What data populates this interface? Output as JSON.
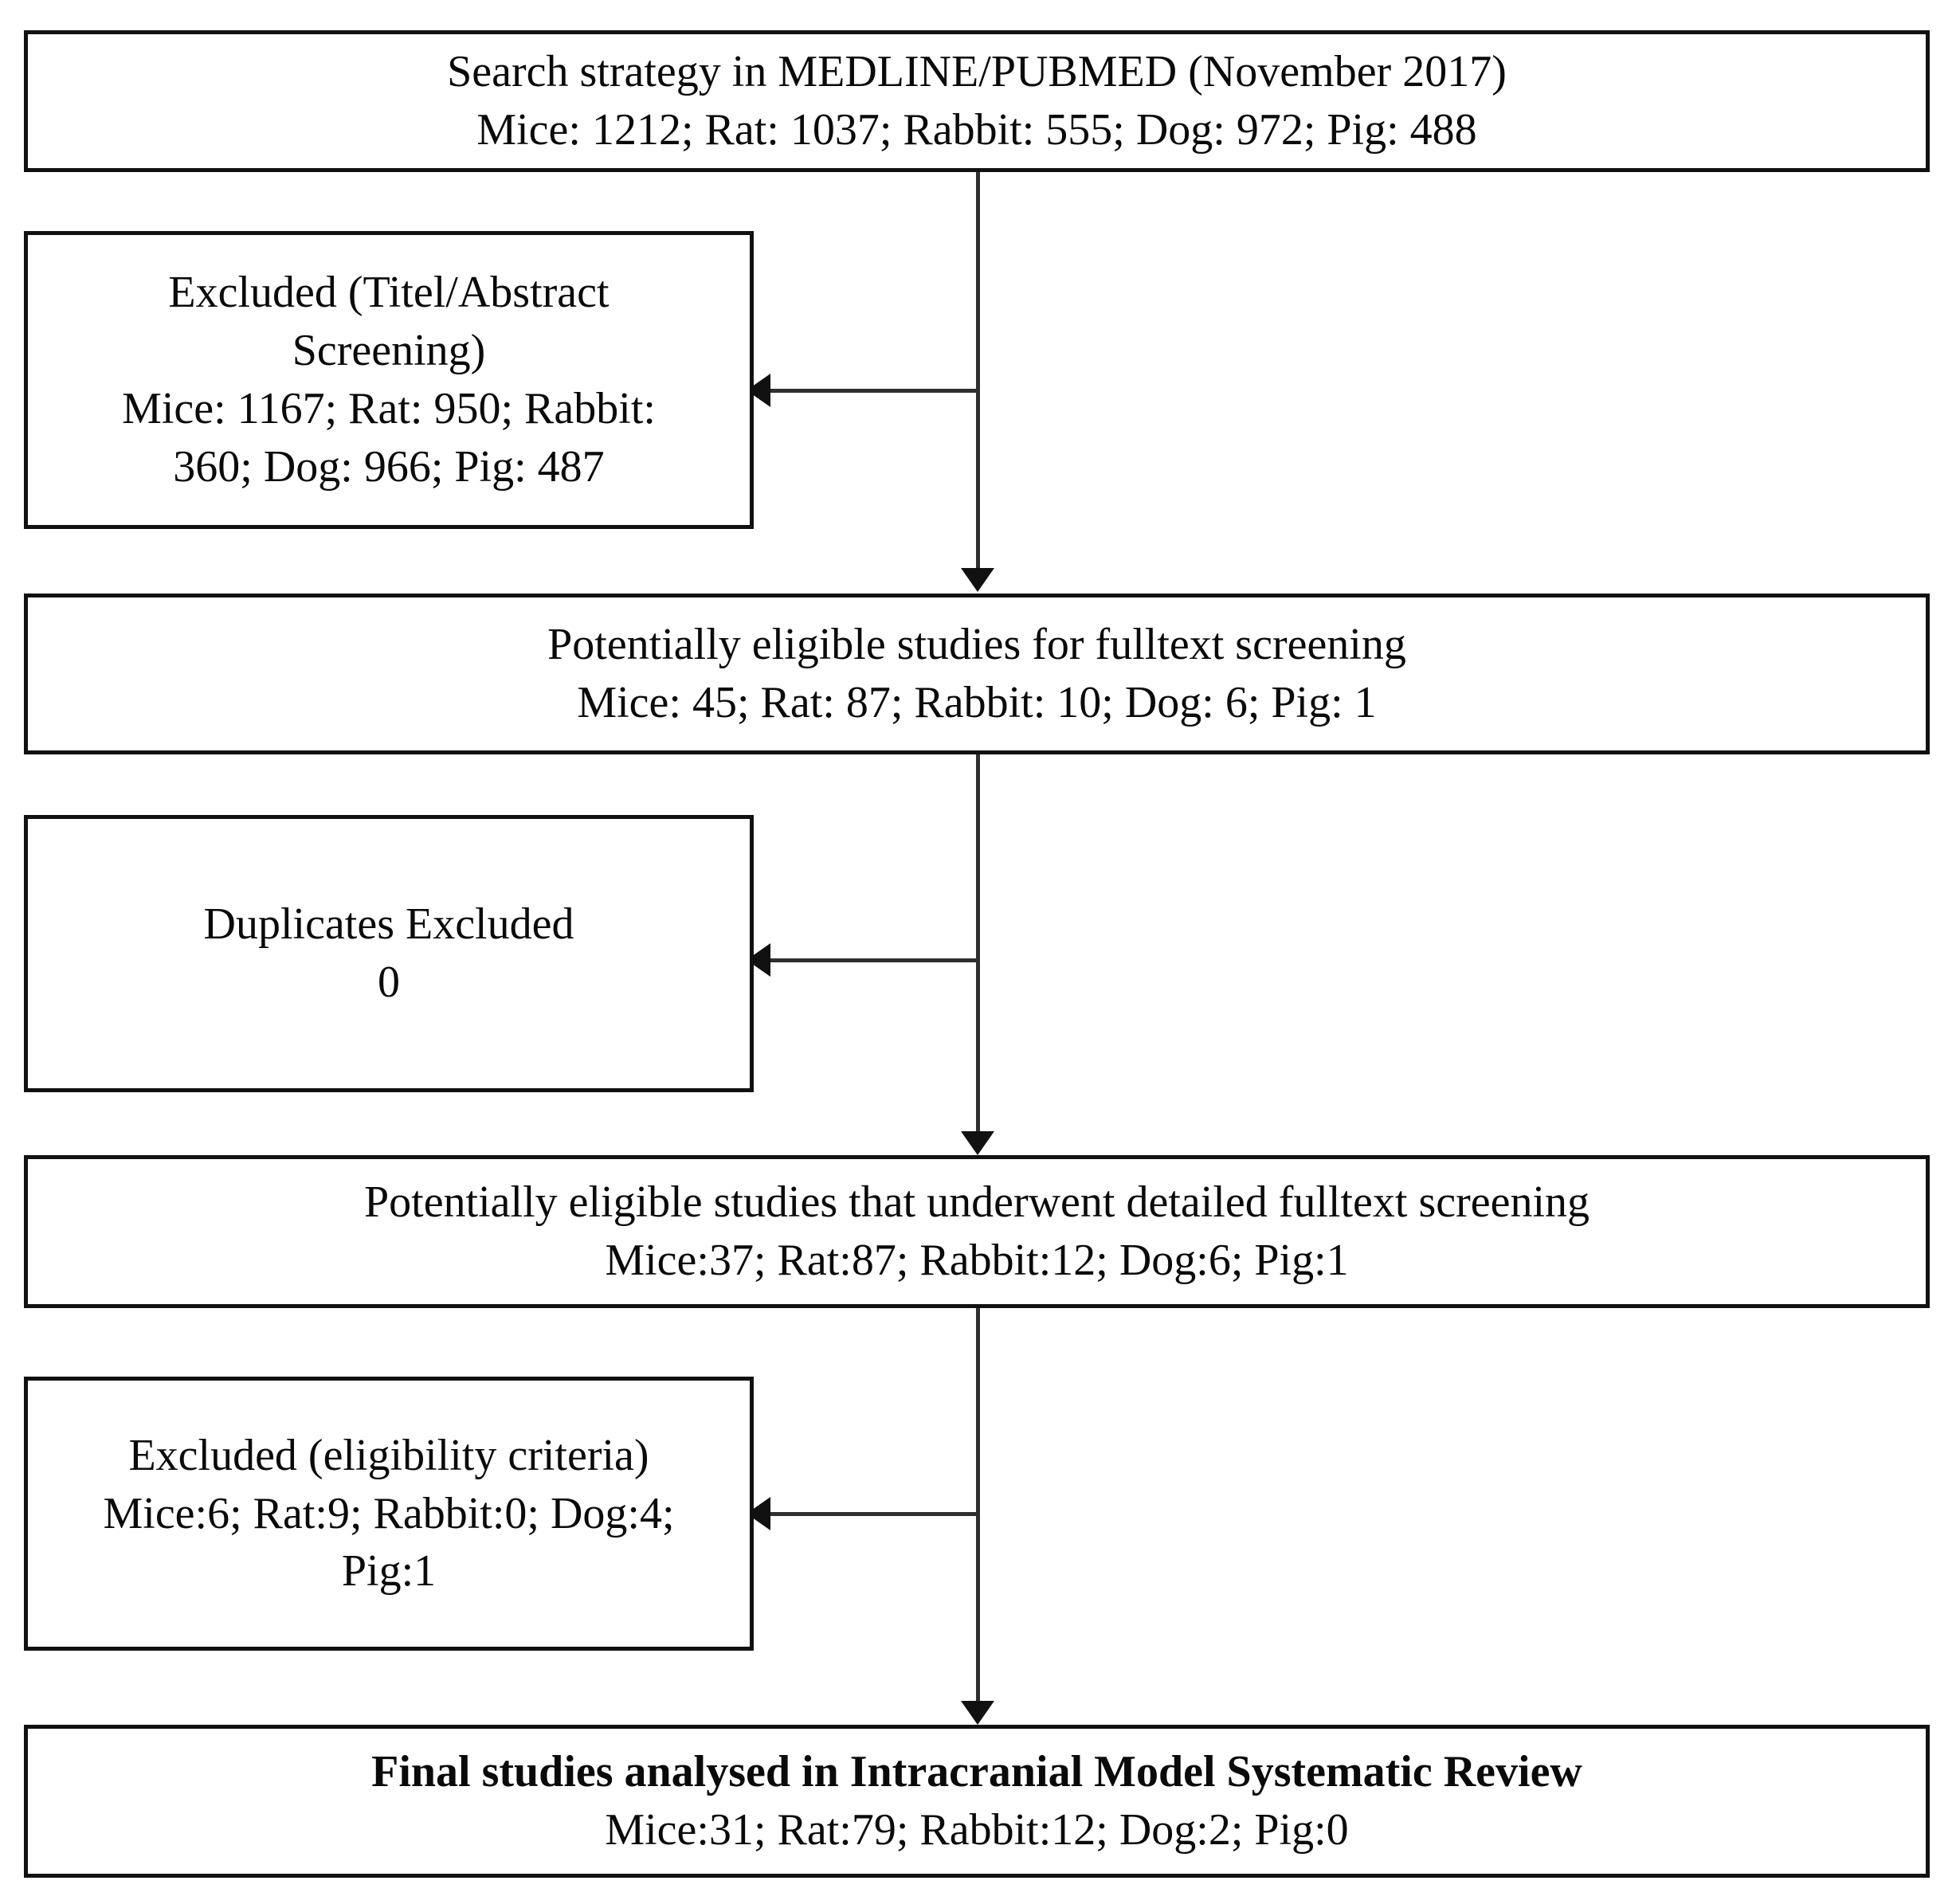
{
  "diagram": {
    "title": "PRISMA study selection flow diagram",
    "colors": {
      "box_border": "#111111",
      "connector": "#2f2f2f",
      "background": "#ffffff",
      "text": "#0a0a0a"
    },
    "nodes": {
      "search": {
        "name": "search-strategy",
        "line1": "Search strategy in MEDLINE/PUBMED (November 2017)",
        "line2": "Mice: 1212; Rat: 1037; Rabbit: 555; Dog: 972; Pig: 488",
        "counts": {
          "Mice": 1212,
          "Rat": 1037,
          "Rabbit": 555,
          "Dog": 972,
          "Pig": 488
        }
      },
      "excluded_title_abstract": {
        "name": "excluded-title-abstract",
        "line1": "Excluded (Titel/Abstract",
        "line2": "Screening)",
        "line3": "Mice: 1167; Rat: 950; Rabbit:",
        "line4": "360; Dog: 966; Pig: 487",
        "counts": {
          "Mice": 1167,
          "Rat": 950,
          "Rabbit": 360,
          "Dog": 966,
          "Pig": 487
        }
      },
      "potentially_eligible": {
        "name": "potentially-eligible",
        "line1": "Potentially eligible studies for fulltext screening",
        "line2": "Mice: 45; Rat: 87; Rabbit: 10; Dog: 6; Pig: 1",
        "counts": {
          "Mice": 45,
          "Rat": 87,
          "Rabbit": 10,
          "Dog": 6,
          "Pig": 1
        }
      },
      "duplicates_excluded": {
        "name": "duplicates-excluded",
        "line1": "Duplicates Excluded",
        "line2": "0",
        "count": 0
      },
      "detailed_fulltext": {
        "name": "detailed-fulltext",
        "line1": "Potentially eligible studies that underwent detailed fulltext screening",
        "line2": "Mice:37; Rat:87; Rabbit:12; Dog:6; Pig:1",
        "counts": {
          "Mice": 37,
          "Rat": 87,
          "Rabbit": 12,
          "Dog": 6,
          "Pig": 1
        }
      },
      "excluded_eligibility": {
        "name": "excluded-eligibility",
        "line1": "Excluded (eligibility criteria)",
        "line2": "Mice:6; Rat:9; Rabbit:0; Dog:4;",
        "line3": "Pig:1",
        "counts": {
          "Mice": 6,
          "Rat": 9,
          "Rabbit": 0,
          "Dog": 4,
          "Pig": 1
        }
      },
      "final_studies": {
        "name": "final-studies",
        "line1": "Final studies analysed in Intracranial Model Systematic Review",
        "line2": "Mice:31; Rat:79; Rabbit:12; Dog:2; Pig:0",
        "counts": {
          "Mice": 31,
          "Rat": 79,
          "Rabbit": 12,
          "Dog": 2,
          "Pig": 0
        }
      }
    }
  }
}
